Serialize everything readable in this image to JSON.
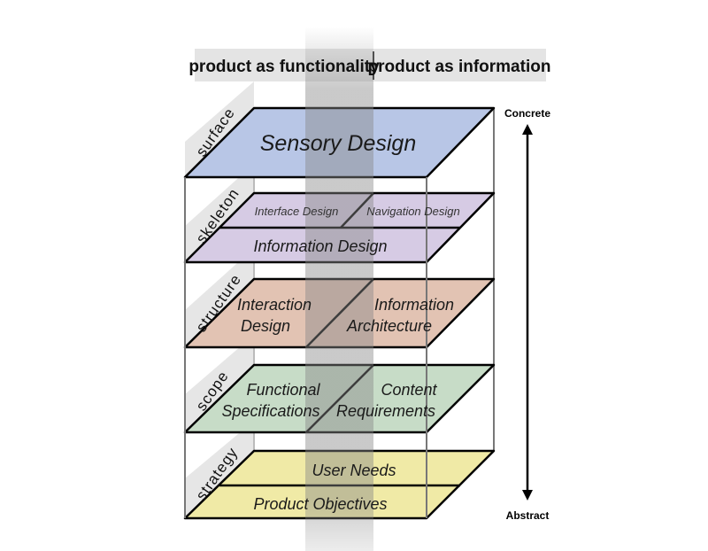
{
  "header": {
    "left_label": "product as functionality",
    "right_label": "product as information"
  },
  "layers": {
    "surface": {
      "name": "surface",
      "items": [
        "Sensory Design"
      ],
      "color": "#b8c6e6"
    },
    "skeleton": {
      "name": "skeleton",
      "items": [
        "Interface Design",
        "Navigation Design",
        "Information Design"
      ],
      "color": "#d6cbe4"
    },
    "structure": {
      "name": "structure",
      "items_left": [
        "Interaction",
        "Design"
      ],
      "items_right": [
        "Information",
        "Architecture"
      ],
      "color": "#e2c3b3"
    },
    "scope": {
      "name": "scope",
      "items_left": [
        "Functional",
        "Specifications"
      ],
      "items_right": [
        "Content",
        "Requirements"
      ],
      "color": "#c7dcc7"
    },
    "strategy": {
      "name": "strategy",
      "items": [
        "User Needs",
        "Product Objectives"
      ],
      "color": "#f0eaa6"
    }
  },
  "axis": {
    "top_label": "Concrete",
    "bottom_label": "Abstract"
  }
}
